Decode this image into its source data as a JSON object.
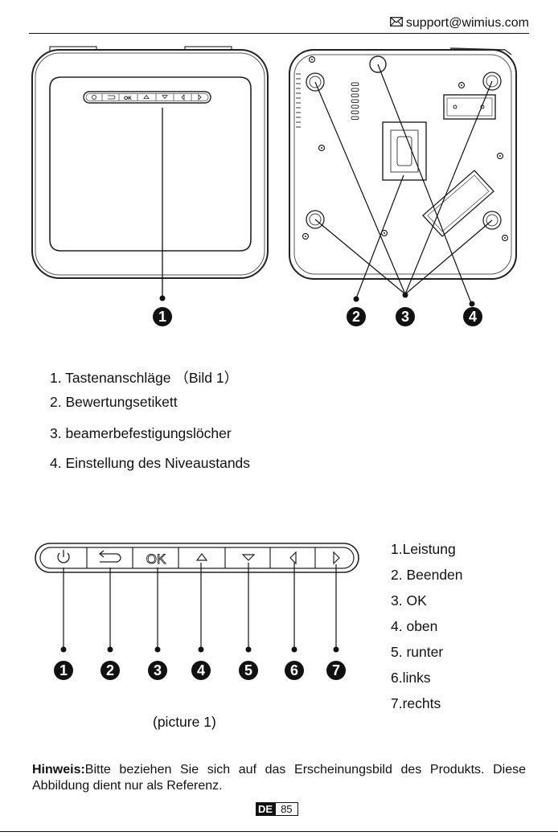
{
  "header": {
    "email": "support@wimius.com",
    "email_icon": "envelope-icon"
  },
  "diagram_top": {
    "callouts_front": [
      "1"
    ],
    "callouts_bottom": [
      "2",
      "3",
      "4"
    ]
  },
  "parts_list": [
    "1. Tastenanschläge （Bild 1）",
    "2. Bewertungsetikett",
    "3. beamerbefestigungslöcher",
    "4. Einstellung des Niveaustands"
  ],
  "button_panel": {
    "ok_text": "OK",
    "icons": [
      "power-icon",
      "return-icon",
      "ok-label",
      "up-icon",
      "down-icon",
      "left-icon",
      "right-icon"
    ],
    "callouts": [
      "1",
      "2",
      "3",
      "4",
      "5",
      "6",
      "7"
    ]
  },
  "button_labels": [
    "1.Leistung",
    "2. Beenden",
    "3. OK",
    "4. oben",
    "5. runter",
    "6.links",
    "7.rechts"
  ],
  "caption": "(picture 1)",
  "note": {
    "label": "Hinweis:",
    "text": "Bitte beziehen Sie sich auf das Erscheinungsbild des Produkts. Diese Abbildung dient nur als Referenz."
  },
  "footer": {
    "lang": "DE",
    "page": "85"
  }
}
